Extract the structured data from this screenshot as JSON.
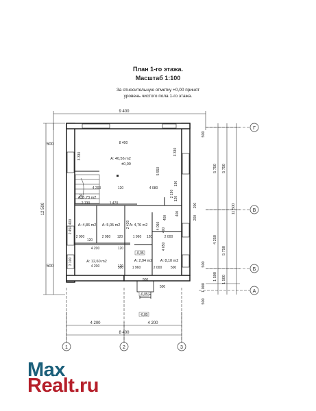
{
  "plan": {
    "title": "План 1-го этажа.",
    "scale": "Масштаб 1:100",
    "note_line1": "За относительную отметку +0,00 принят",
    "note_line2": "уровень чистого пола 1-го этажа."
  },
  "axes": {
    "columns": [
      "1",
      "2",
      "3"
    ],
    "rows": [
      "Г",
      "В",
      "Б",
      "А"
    ]
  },
  "dimensions": {
    "top_overall": "9 400",
    "bottom_overall": "8 400",
    "bottom_left": "4 200",
    "bottom_right": "4 200",
    "left_overall": "12 500",
    "right": [
      "5 750",
      "5 750",
      "11 500",
      "4 250",
      "5 750",
      "1 500",
      "1 500",
      "1 000"
    ],
    "left_small": [
      "500",
      "500"
    ],
    "right_small": [
      "500",
      "500",
      "500"
    ]
  },
  "rooms": [
    {
      "area": "A: 40,56 m2",
      "level": "±0,00"
    },
    {
      "area": "A: 5,73 m2"
    },
    {
      "area": "A: 4,86 m2"
    },
    {
      "area": "A: 5,05 m2"
    },
    {
      "area": "A: 4,76 m2"
    },
    {
      "area": "A: 8,10 m2"
    },
    {
      "area": "A: 12,60 m2"
    },
    {
      "area": "A: 2,94 m2"
    }
  ],
  "inner_dims": [
    "8 400",
    "3 330",
    "3 330",
    "5 550",
    "4 080",
    "4 200",
    "120",
    "2 730",
    "1 470",
    "2 000",
    "2 080",
    "120",
    "1 960",
    "120",
    "2 000",
    "4 200",
    "120",
    "1 960",
    "2 000",
    "500",
    "4 200",
    "120",
    "4 050",
    "4 650",
    "2 430",
    "2 450",
    "3 100",
    "400",
    "400",
    "400",
    "400",
    "100",
    "120",
    "2 190",
    "190",
    "120",
    "900",
    "200",
    "200",
    "500",
    "500"
  ],
  "levels": [
    "-0,05",
    "-0,05",
    "-0,85"
  ],
  "watermark": {
    "line1": "Max",
    "line2": "Realt.ru"
  }
}
